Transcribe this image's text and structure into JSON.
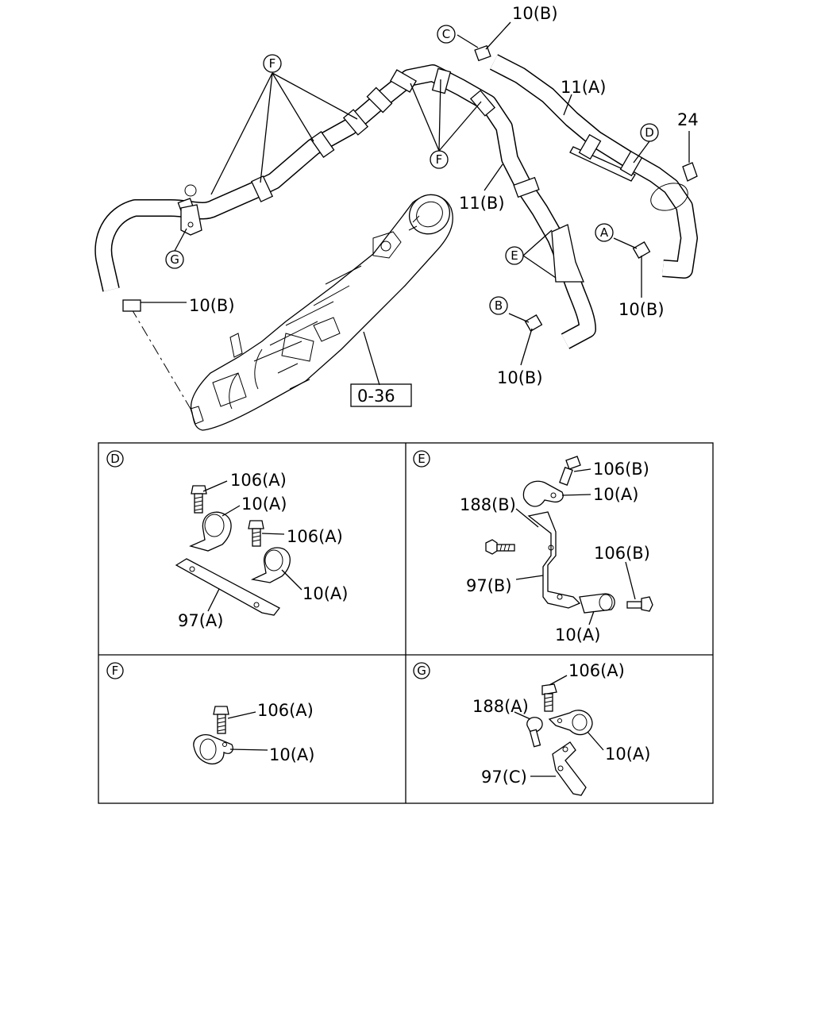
{
  "main_view": {
    "callouts": {
      "C": "C",
      "F": "F",
      "F2": "F",
      "D": "D",
      "A": "A",
      "B": "B",
      "E": "E",
      "G": "G"
    },
    "labels": {
      "clamp_top": "10(B)",
      "hose_upper": "11(A)",
      "part_24": "24",
      "hose_lower": "11(B)",
      "clamp_right": "10(B)",
      "clamp_bottom": "10(B)",
      "clamp_left": "10(B)",
      "ref_box": "0-36"
    }
  },
  "detail_D": {
    "callout": "D",
    "labels": {
      "bolt_1": "106(A)",
      "clamp_1": "10(A)",
      "bolt_2": "106(A)",
      "clamp_2": "10(A)",
      "bracket": "97(A)"
    }
  },
  "detail_E": {
    "callout": "E",
    "labels": {
      "bolt_top": "106(B)",
      "clamp_top": "10(A)",
      "bolt_side": "188(B)",
      "bolt_right": "106(B)",
      "bracket": "97(B)",
      "clamp_bottom": "10(A)"
    }
  },
  "detail_F": {
    "callout": "F",
    "labels": {
      "bolt": "106(A)",
      "clamp": "10(A)"
    }
  },
  "detail_G": {
    "callout": "G",
    "labels": {
      "bolt": "106(A)",
      "bolt_2": "188(A)",
      "clamp": "10(A)",
      "bracket": "97(C)"
    }
  }
}
